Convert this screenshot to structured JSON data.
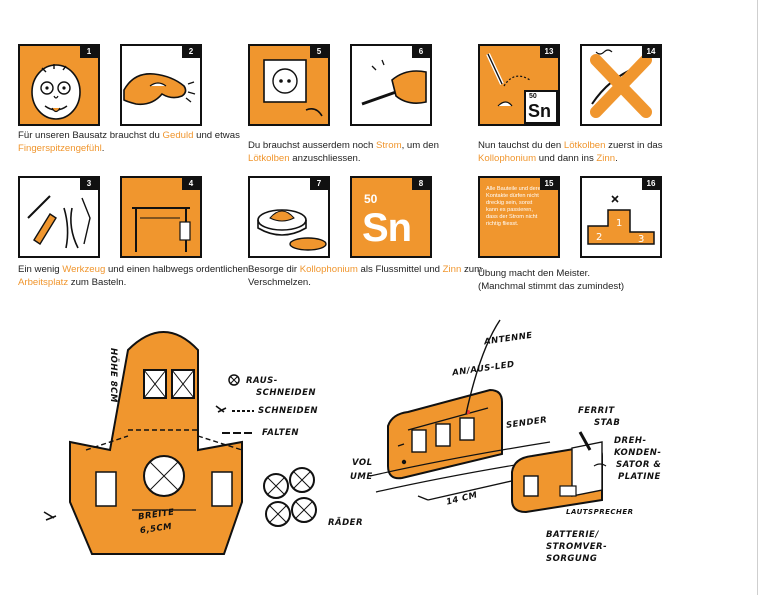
{
  "panels": [
    {
      "id": "1",
      "num": "1"
    },
    {
      "id": "2",
      "num": "2"
    },
    {
      "id": "3",
      "num": "3"
    },
    {
      "id": "4",
      "num": "4"
    },
    {
      "id": "5",
      "num": "5"
    },
    {
      "id": "6",
      "num": "6"
    },
    {
      "id": "7",
      "num": "7"
    },
    {
      "id": "8",
      "num": "8"
    },
    {
      "id": "13",
      "num": "13"
    },
    {
      "id": "14",
      "num": "14"
    },
    {
      "id": "15",
      "num": "15"
    },
    {
      "id": "16",
      "num": "16"
    }
  ],
  "element": {
    "number": "50",
    "symbol": "Sn"
  },
  "panel15_text": "Alle Bauteile und deren Kontakte dürfen nicht dreckig sein, sonst kann es passieren, dass der Strom nicht richtig fliesst.",
  "captions": {
    "c1": {
      "a": "Für unseren Bausatz brauchst du ",
      "h1": "Geduld",
      "b": " und etwas ",
      "h2": "Fingerspitzengefühl",
      "c": "."
    },
    "c2": {
      "a": "Du brauchst ausserdem noch ",
      "h1": "Strom",
      "b": ", um den ",
      "h2": "Lötkolben",
      "c": " anzuschliessen."
    },
    "c3": {
      "a": "Nun tauchst du den ",
      "h1": "Lötkolben",
      "b": " zuerst in das ",
      "h2": "Kollophonium",
      "c": " und dann ins ",
      "h3": "Zinn",
      "d": "."
    },
    "c4": {
      "a": "Ein wenig ",
      "h1": "Werkzeug",
      "b": " und einen halbwegs ordentlichen ",
      "h2": "Arbeitsplatz",
      "c": " zum Basteln."
    },
    "c5": {
      "a": "Besorge dir ",
      "h1": "Kollophonium",
      "b": " als Flussmittel und ",
      "h2": "Zinn",
      "c": " zum Verschmelzen."
    },
    "c6": {
      "line1": "Übung macht den Meister.",
      "line2": "(Manchmal stimmt das zumindest)"
    }
  },
  "handwritten": {
    "hoehe": "HÖHE 8CM",
    "rausschneiden1": "RAUS-",
    "rausschneiden2": "SCHNEIDEN",
    "schneiden": "SCHNEIDEN",
    "falten": "FALTEN",
    "breite1": "BREITE",
    "breite2": "6,5CM",
    "raeder": "RÄDER",
    "antenne": "ANTENNE",
    "anausled": "AN/AUS-LED",
    "sender": "SENDER",
    "vol": "VOL",
    "ume": "UME",
    "cm14": "14 CM",
    "ferrit1": "FERRIT",
    "ferrit2": "STAB",
    "dreh1": "DREH-",
    "dreh2": "KONDEN-",
    "dreh3": "SATOR &",
    "dreh4": "PLATINE",
    "lautsprecher": "LAUTSPRECHER",
    "batt1": "BATTERIE/",
    "batt2": "STROMVER-",
    "batt3": "SORGUNG"
  },
  "colors": {
    "accent": "#f0962e",
    "ink": "#111111"
  }
}
